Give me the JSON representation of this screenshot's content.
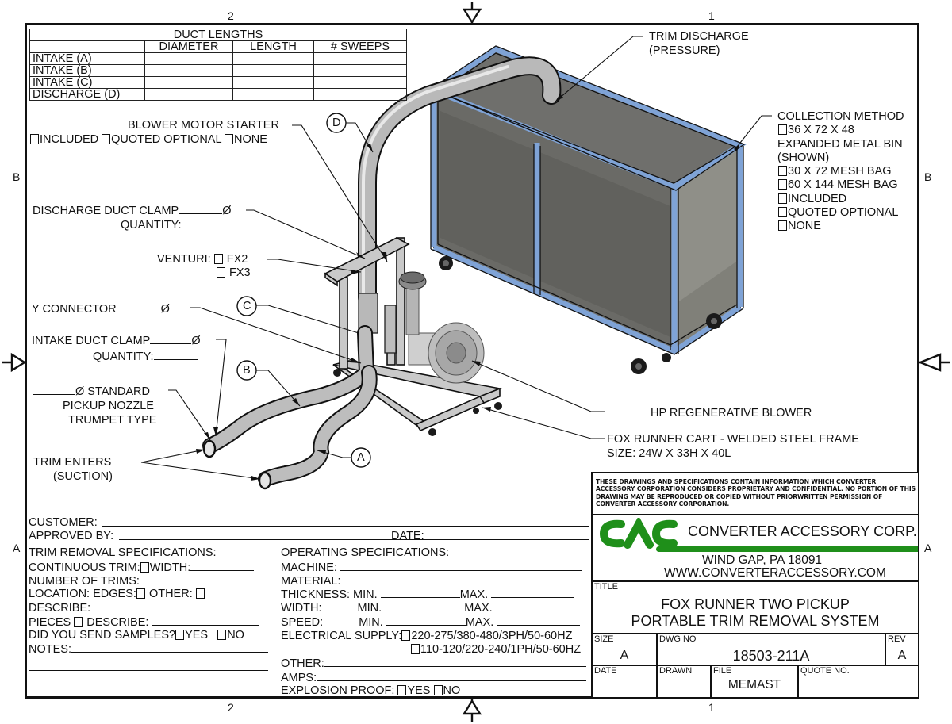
{
  "border": {
    "zones_top": [
      "2",
      "1"
    ],
    "zones_bottom": [
      "2",
      "1"
    ],
    "zones_left": [
      "B",
      "A"
    ],
    "zones_right": [
      "B",
      "A"
    ]
  },
  "duct_table": {
    "title": "DUCT LENGTHS",
    "columns": [
      "",
      "DIAMETER",
      "LENGTH",
      "# SWEEPS"
    ],
    "rows": [
      {
        "label": "INTAKE (A)",
        "diameter": "",
        "length": "",
        "sweeps": ""
      },
      {
        "label": "INTAKE (B)",
        "diameter": "",
        "length": "",
        "sweeps": ""
      },
      {
        "label": "INTAKE (C)",
        "diameter": "",
        "length": "",
        "sweeps": ""
      },
      {
        "label": "DISCHARGE (D)",
        "diameter": "",
        "length": "",
        "sweeps": ""
      }
    ]
  },
  "callouts": {
    "blower_motor_starter": {
      "label": "BLOWER MOTOR STARTER",
      "options": [
        "INCLUDED",
        "QUOTED OPTIONAL",
        "NONE"
      ]
    },
    "discharge_duct_clamp": {
      "label": "DISCHARGE DUCT CLAMP",
      "symbol": "Ø",
      "quantity_label": "QUANTITY:"
    },
    "venturi": {
      "label": "VENTURI:",
      "options": [
        "FX2",
        "FX3"
      ]
    },
    "y_connector": {
      "label": "Y CONNECTOR",
      "symbol": "Ø"
    },
    "intake_duct_clamp": {
      "label": "INTAKE DUCT CLAMP",
      "symbol": "Ø",
      "quantity_label": "QUANTITY:"
    },
    "pickup_nozzle": {
      "line1": "Ø STANDARD",
      "line2": "PICKUP NOZZLE",
      "line3": "TRUMPET TYPE"
    },
    "trim_enters": {
      "line1": "TRIM ENTERS",
      "line2": "(SUCTION)"
    },
    "trim_discharge": {
      "line1": "TRIM DISCHARGE",
      "line2": "(PRESSURE)"
    },
    "collection_method": {
      "label": "COLLECTION METHOD",
      "bin_option": "36 X 72 X 48",
      "bin_desc1": "EXPANDED METAL BIN",
      "bin_desc2": "(SHOWN)",
      "options": [
        "30 X 72 MESH BAG",
        "60 X 144 MESH BAG",
        "INCLUDED",
        "QUOTED OPTIONAL",
        "NONE"
      ]
    },
    "blower": {
      "label": "HP REGENERATIVE BLOWER"
    },
    "cart": {
      "line1": "FOX RUNNER CART - WELDED STEEL FRAME",
      "line2": "SIZE: 24W X 33H X 40L"
    },
    "balloons": [
      "A",
      "B",
      "C",
      "D"
    ]
  },
  "form": {
    "customer_label": "CUSTOMER:",
    "approved_by_label": "APPROVED BY:",
    "date_label": "DATE:",
    "trim_removal": {
      "heading": "TRIM REMOVAL SPECIFICATIONS:",
      "continuous_trim": "CONTINUOUS TRIM:",
      "width": "WIDTH:",
      "number_of_trims": "NUMBER OF TRIMS:",
      "location_edges": "LOCATION: EDGES:",
      "other": "OTHER:",
      "describe": "DESCRIBE:",
      "pieces": "PIECES",
      "pieces_describe": "DESCRIBE:",
      "samples": "DID YOU SEND SAMPLES?",
      "yes": "YES",
      "no": "NO",
      "notes": "NOTES:"
    },
    "operating": {
      "heading": "OPERATING SPECIFICATIONS:",
      "machine": "MACHINE:",
      "material": "MATERIAL:",
      "thickness": "THICKNESS:",
      "width": "WIDTH:",
      "speed": "SPEED:",
      "min": "MIN.",
      "max": "MAX.",
      "electrical": "ELECTRICAL SUPPLY:",
      "electrical_options": [
        "220-275/380-480/3PH/50-60HZ",
        "110-120/220-240/1PH/50-60HZ"
      ],
      "other": "OTHER:",
      "amps": "AMPS:",
      "explosion_proof": "EXPLOSION PROOF:",
      "yes": "YES",
      "no": "NO"
    }
  },
  "title_block": {
    "legal": "THESE DRAWINGS AND SPECIFICATIONS CONTAIN INFORMATION WHICH CONVERTER ACCESSORY CORPORATION CONSIDERS PROPRIETARY AND CONFIDENTIAL.  NO PORTION OF THIS DRAWING MAY BE REPRODUCED OR COPIED WITHOUT PRIORWRITTEN PERMISSION OF CONVERTER ACCESSORY CORPORATION.",
    "logo_text": "CAC",
    "company": "CONVERTER ACCESSORY CORP.",
    "address": "WIND GAP, PA 18091",
    "website": "WWW.CONVERTERACCESSORY.COM",
    "brand_color": "#1f8f1a",
    "title_label": "TITLE",
    "title_line1": "FOX RUNNER TWO PICKUP",
    "title_line2": "PORTABLE TRIM REMOVAL SYSTEM",
    "size_label": "SIZE",
    "size": "A",
    "dwg_no_label": "DWG NO",
    "dwg_no": "18503-211A",
    "rev_label": "REV",
    "rev": "A",
    "date_label": "DATE",
    "date": "",
    "drawn_label": "DRAWN",
    "drawn": "",
    "file_label": "FILE",
    "file": "MEMAST",
    "quote_label": "QUOTE NO.",
    "quote": ""
  }
}
